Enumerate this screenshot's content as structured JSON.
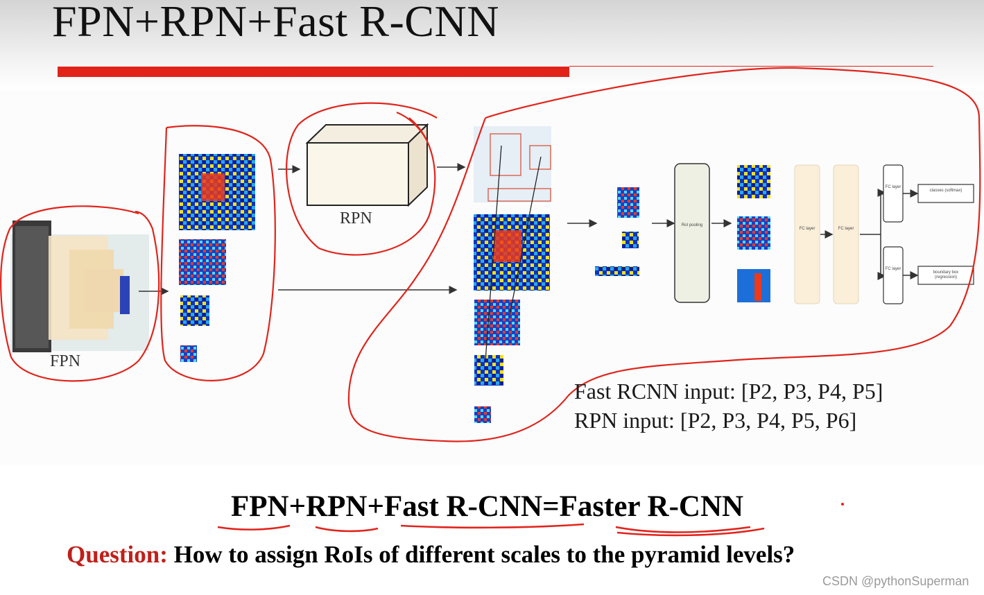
{
  "slide": {
    "title": "FPN+RPN+Fast R-CNN",
    "accent_color": "#e2231a",
    "annotation_color": "#e0241c"
  },
  "diagram": {
    "fpn_label": "FPN",
    "rpn_label": "RPN",
    "roi_pooling_label": "RoI pooling",
    "fc_layer_label": "FC layer",
    "classes_label": "classes (softmax)",
    "bbox_label": "boundary box (regression)",
    "inputs": {
      "fast_rcnn": "Fast RCNN input: [P2, P3, P4, P5]",
      "rpn": "RPN input: [P2, P3, P4, P5, P6]"
    }
  },
  "formula": "FPN+RPN+Fast R-CNN=Faster R-CNN",
  "question": {
    "label": "Question:",
    "text": " How to assign RoIs of different scales to the pyramid levels?"
  },
  "watermark": "CSDN @pythonSuperman"
}
